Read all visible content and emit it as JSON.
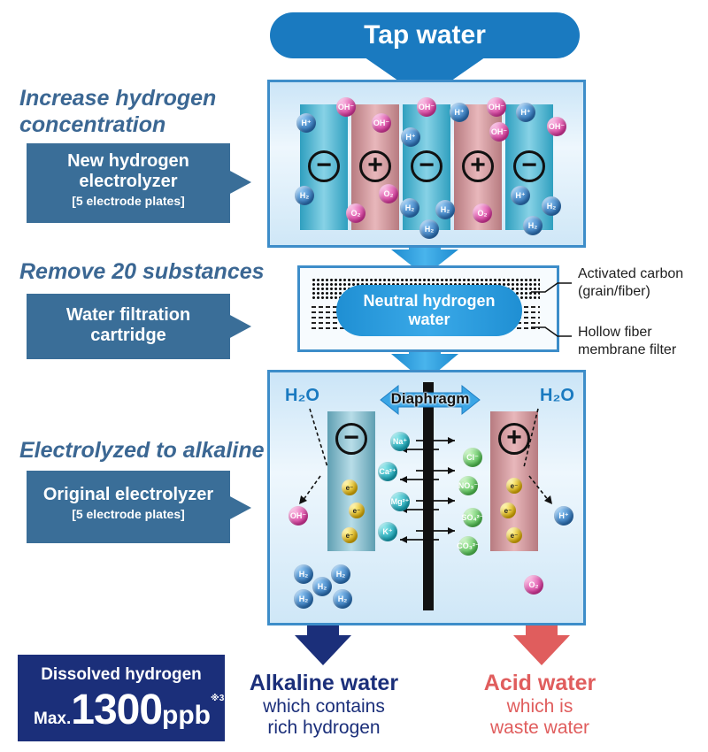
{
  "top_label": "Tap water",
  "headings": {
    "increase": "Increase hydrogen\nconcentration",
    "remove": "Remove 20 substances",
    "electrolyzed": "Electrolyzed to alkaline"
  },
  "callouts": {
    "new_electrolyzer": {
      "title": "New hydrogen\nelectrolyzer",
      "sub": "[5 electrode plates]"
    },
    "filter": {
      "title": "Water filtration\ncartridge"
    },
    "original_electrolyzer": {
      "title": "Original electrolyzer",
      "sub": "[5 electrode plates]"
    }
  },
  "filter_labels": {
    "carbon": "Activated carbon\n(grain/fiber)",
    "membrane": "Hollow fiber\nmembrane filter"
  },
  "neutral_label": "Neutral hydrogen\nwater",
  "diaphragm_label": "Diaphragm",
  "h2o": "H₂O",
  "plate_signs": {
    "neg": "−",
    "pos": "+"
  },
  "molecules": {
    "h_plus": "H⁺",
    "oh_minus": "OH⁻",
    "h2": "H₂",
    "o2": "O₂",
    "e": "e⁻",
    "na": "Na⁺",
    "ca": "Ca²⁺",
    "mg": "Mg²⁺",
    "k": "K⁺",
    "cl": "Cl⁻",
    "no3": "NO₃⁻",
    "so4": "SO₄²⁻",
    "co3": "CO₃²⁻"
  },
  "outputs": {
    "alkaline": {
      "title": "Alkaline water",
      "line1": "which contains",
      "line2": "rich hydrogen"
    },
    "acid": {
      "title": "Acid water",
      "line1": "which is",
      "line2": "waste water"
    }
  },
  "dissolved": {
    "line1": "Dissolved hydrogen",
    "prefix": "Max.",
    "value": "1300",
    "unit": "ppb",
    "note": "※3"
  },
  "colors": {
    "blue": "#1a7ac0",
    "navy": "#1b2f7a",
    "red": "#e05d5d",
    "callout": "#3a6e98",
    "heading": "#3b6793"
  }
}
